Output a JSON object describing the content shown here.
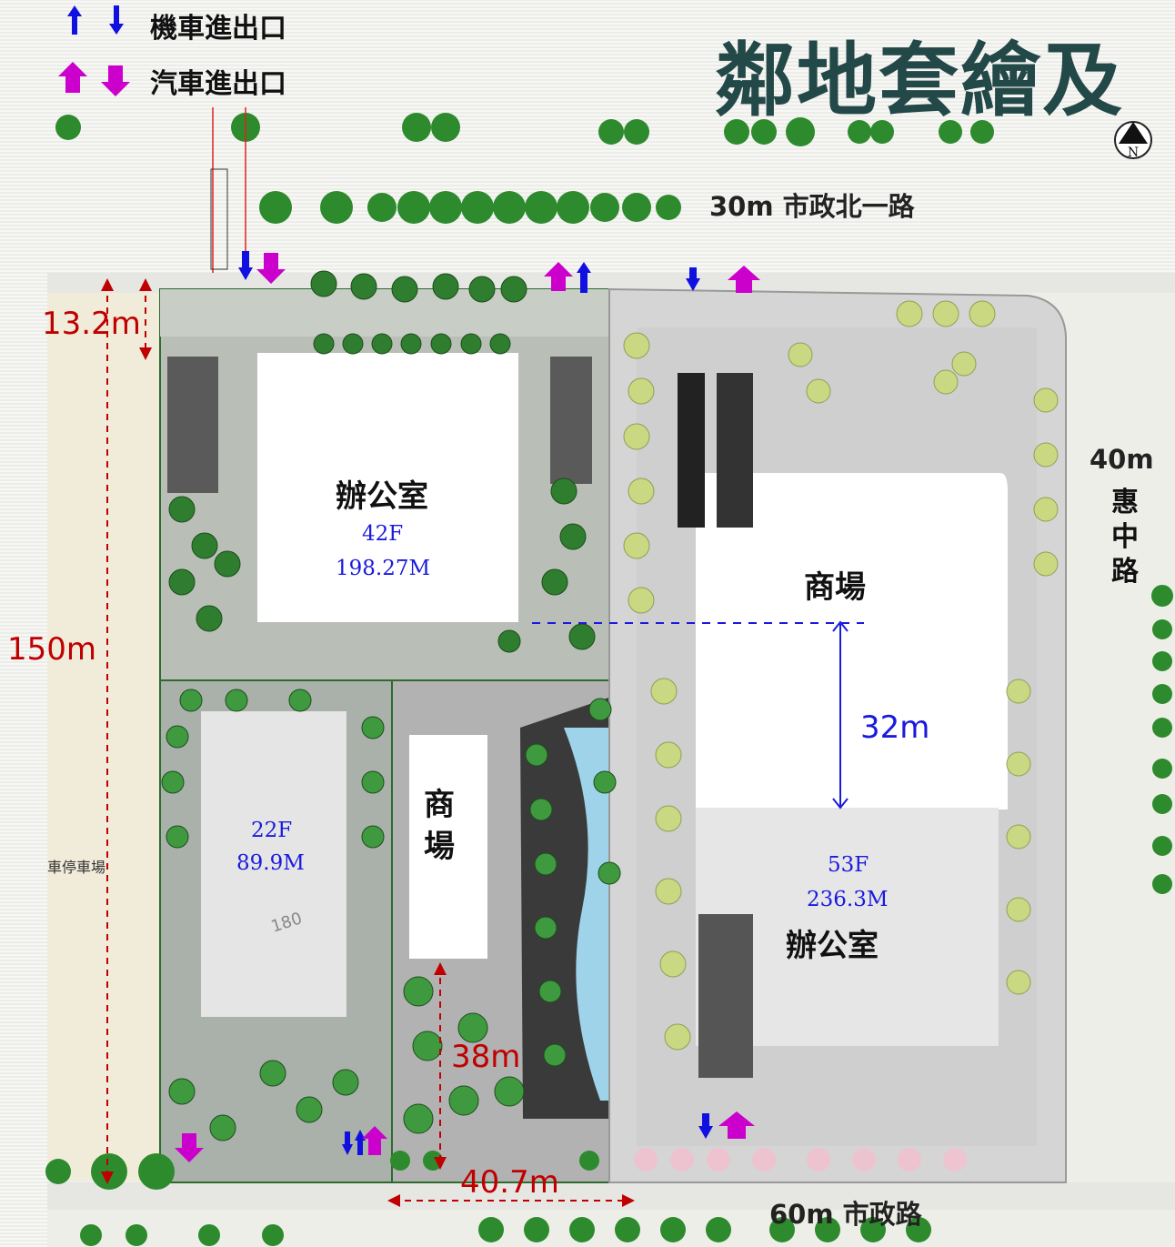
{
  "legend": {
    "motorcycle_label": "機車進出口",
    "car_label": "汽車進出口",
    "colors": {
      "motorcycle": "#1010e0",
      "car": "#cc00cc"
    }
  },
  "title": "鄰地套繪及",
  "roads": {
    "north": "30m 市政北一路",
    "east_width": "40m",
    "east_name_chars": [
      "惠",
      "中",
      "路"
    ],
    "south": "60m 市政路",
    "west": "車停車場"
  },
  "buildings": {
    "office_nw": {
      "label": "辦公室",
      "floors": "42F",
      "height": "198.27M"
    },
    "mall_east": {
      "label": "商場"
    },
    "office_se": {
      "label": "辦公室",
      "floors": "53F",
      "height": "236.3M"
    },
    "tower_sw": {
      "floors": "22F",
      "height": "89.9M",
      "mark": "180"
    },
    "mall_mid": {
      "label_chars": [
        "商",
        "場"
      ]
    }
  },
  "dimensions": {
    "site_length": "150m",
    "setback_north": "13.2m",
    "gap": "32m",
    "plaza_depth": "38m",
    "plaza_width": "40.7m"
  }
}
